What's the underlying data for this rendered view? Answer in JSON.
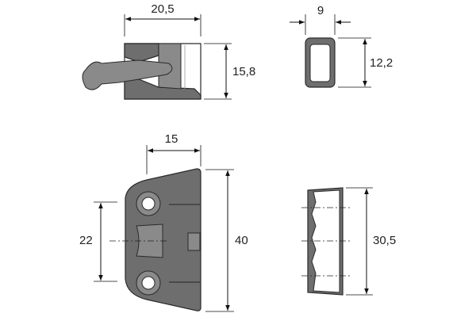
{
  "dimensions": {
    "top_left_width": "20,5",
    "top_left_height": "15,8",
    "top_right_width": "9",
    "top_right_height": "12,2",
    "bottom_left_width": "15",
    "bottom_left_hole_spacing": "22",
    "bottom_left_height": "40",
    "bottom_right_height": "30,5"
  },
  "colors": {
    "part": "#6e6e6e",
    "line": "#111111"
  }
}
